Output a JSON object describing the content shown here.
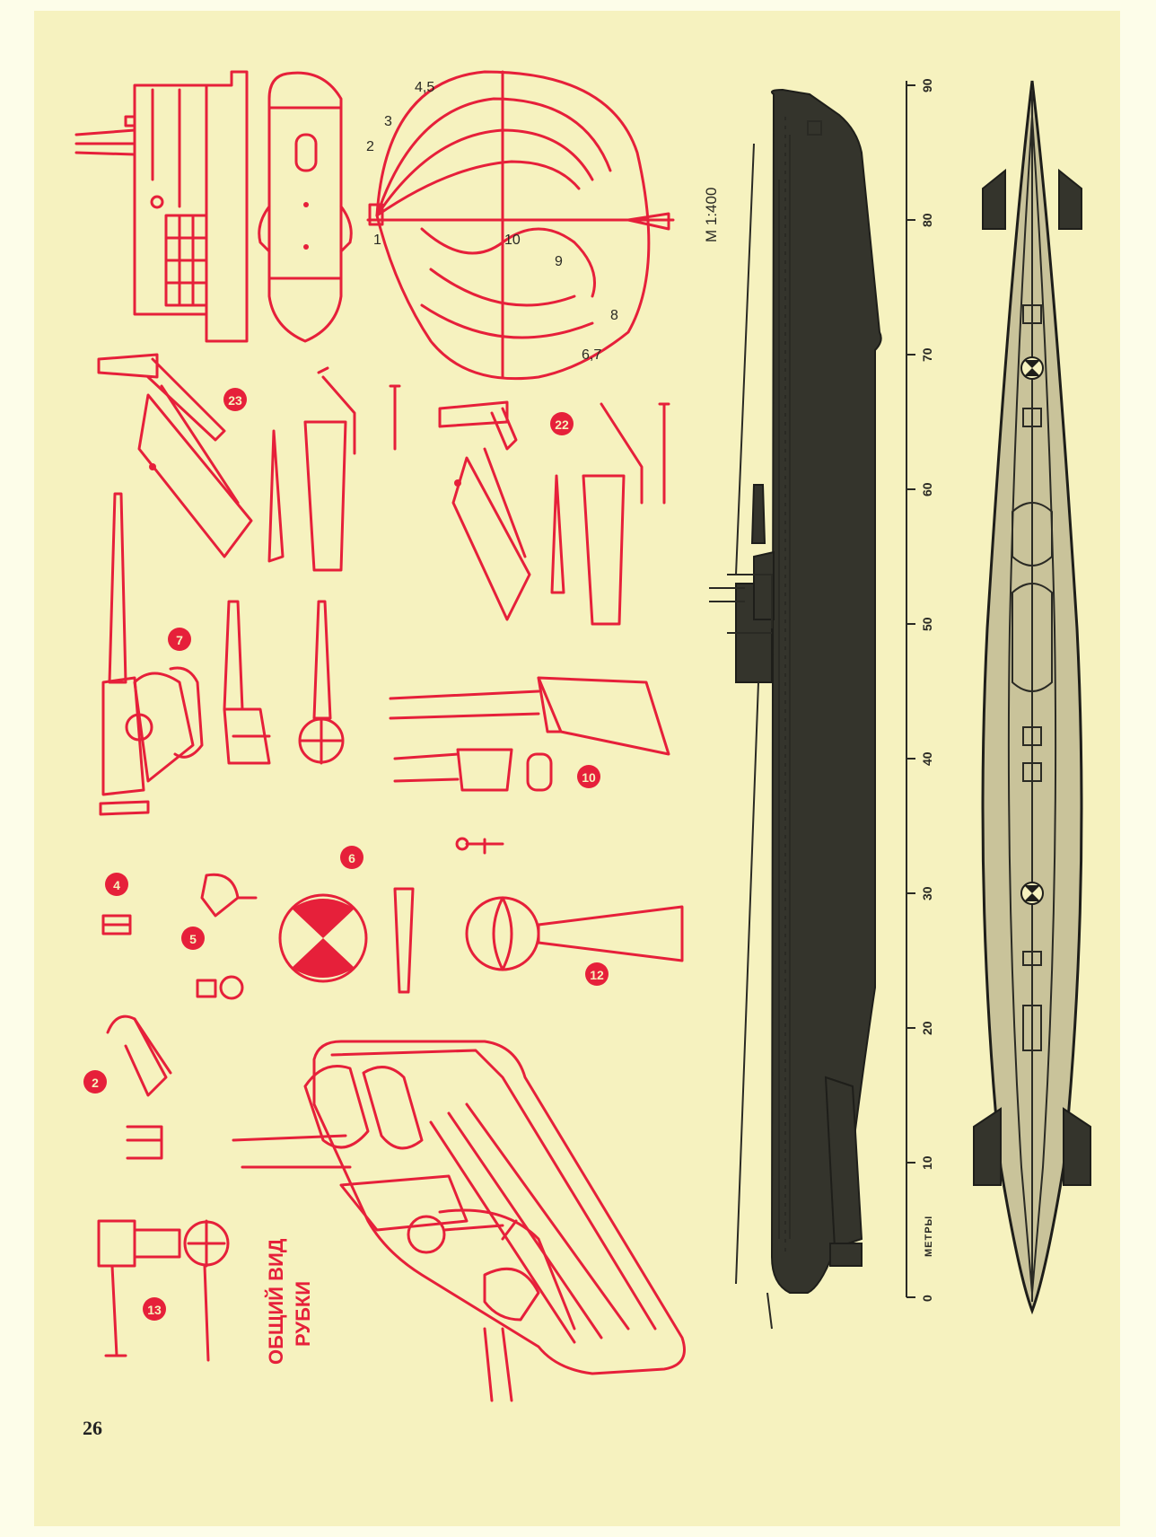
{
  "page": {
    "number": "26"
  },
  "title": {
    "line1": "ОБЩИЙ ВИД",
    "line2": "РУБКИ"
  },
  "scale": {
    "label": "М 1:400"
  },
  "ruler": {
    "unit": "МЕТРЫ",
    "ticks": [
      "0",
      "10",
      "20",
      "30",
      "40",
      "50",
      "60",
      "70",
      "80",
      "90"
    ]
  },
  "frame_labels": [
    "1",
    "2",
    "3",
    "4,5",
    "6,7",
    "8",
    "9",
    "10"
  ],
  "part_numbers": [
    "2",
    "4",
    "5",
    "6",
    "7",
    "10",
    "12",
    "13",
    "22",
    "23"
  ],
  "colors": {
    "red_ink": "#e6203a",
    "black_ink": "#2a2a24",
    "paper": "#f6f2bf"
  }
}
